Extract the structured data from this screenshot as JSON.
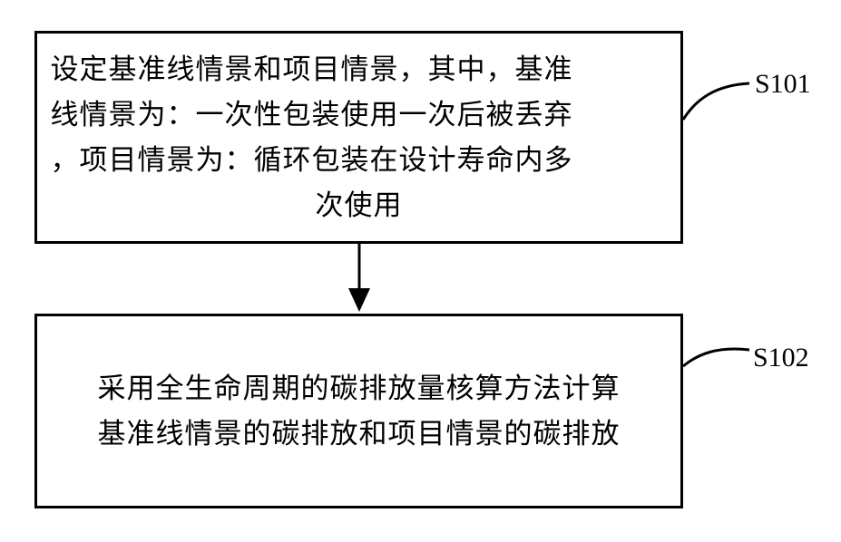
{
  "steps": [
    {
      "id": "S101",
      "text_lines": [
        "设定基准线情景和项目情景，其中，基准",
        "线情景为：一次性包装使用一次后被丢弃",
        "，项目情景为：循环包装在设计寿命内多",
        "次使用"
      ]
    },
    {
      "id": "S102",
      "text_lines": [
        "采用全生命周期的碳排放量核算方法计算",
        "基准线情景的碳排放和项目情景的碳排放"
      ]
    }
  ],
  "colors": {
    "stroke": "#000000",
    "background": "#ffffff"
  }
}
